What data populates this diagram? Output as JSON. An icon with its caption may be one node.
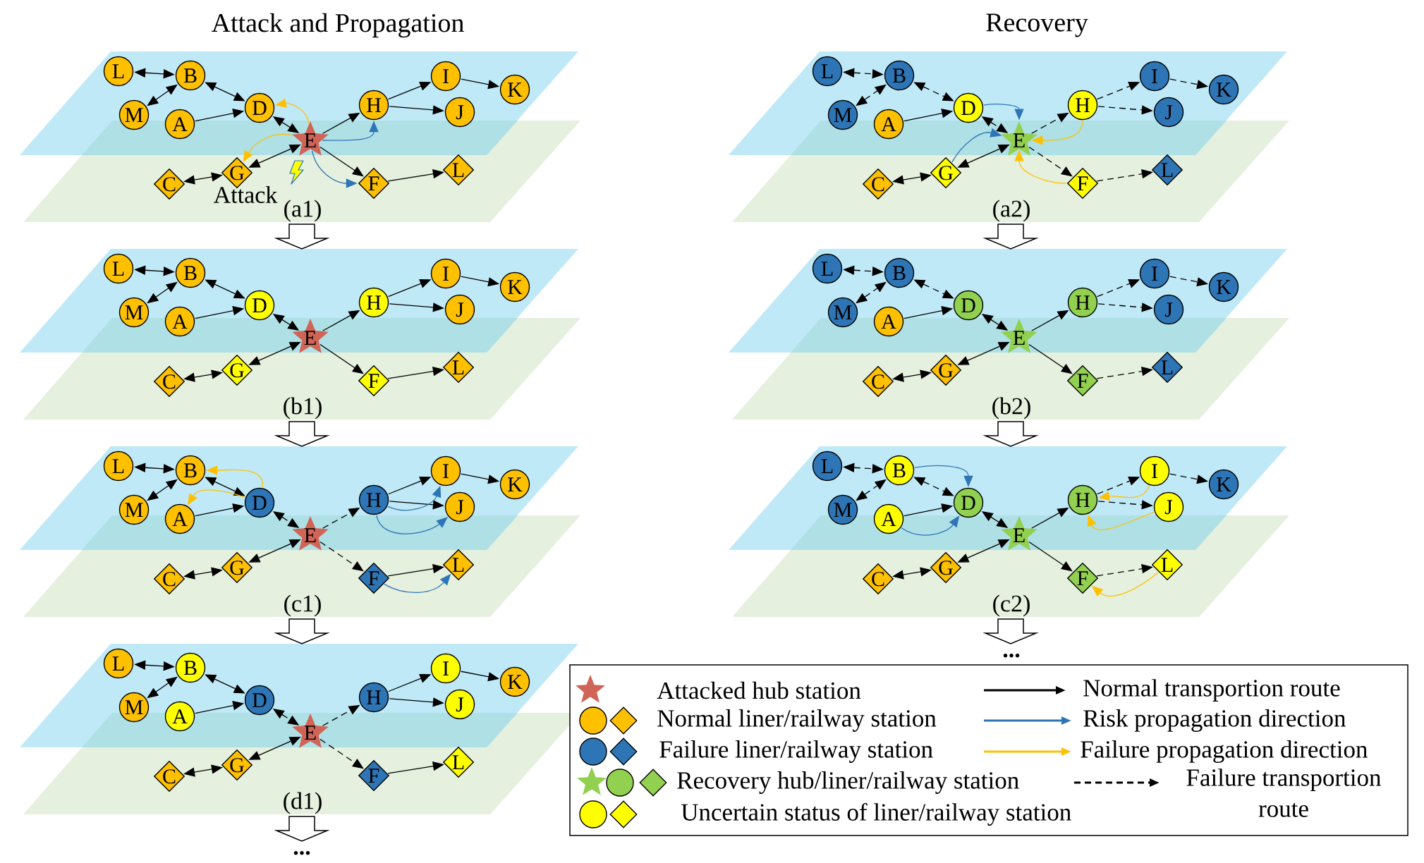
{
  "diagram": {
    "nodes": [
      {
        "text": [
          "L"
        ]
      },
      {
        "text": [
          "B"
        ]
      },
      {
        "text": [
          "M"
        ]
      },
      {
        "text": [
          "A"
        ]
      },
      {
        "text": [
          "D"
        ]
      },
      {
        "text": [
          "E"
        ]
      },
      {
        "text": [
          "H"
        ]
      },
      {
        "text": [
          "I"
        ]
      },
      {
        "text": [
          "J"
        ]
      },
      {
        "text": [
          "K"
        ]
      },
      {
        "text": [
          "C"
        ]
      },
      {
        "text": [
          "G"
        ]
      },
      {
        "text": [
          "F"
        ]
      },
      {
        "text": [
          "L"
        ]
      },
      {
        "text": [
          "L"
        ]
      },
      {
        "text": [
          "B"
        ]
      },
      {
        "text": [
          "M"
        ]
      },
      {
        "text": [
          "A"
        ]
      },
      {
        "text": [
          "D"
        ]
      },
      {
        "text": [
          "E"
        ]
      },
      {
        "text": [
          "H"
        ]
      },
      {
        "text": [
          "I"
        ]
      },
      {
        "text": [
          "J"
        ]
      },
      {
        "text": [
          "K"
        ]
      },
      {
        "text": [
          "C"
        ]
      },
      {
        "text": [
          "G"
        ]
      },
      {
        "text": [
          "F"
        ]
      },
      {
        "text": [
          "L"
        ]
      },
      {
        "text": [
          "L"
        ]
      },
      {
        "text": [
          "B"
        ]
      },
      {
        "text": [
          "M"
        ]
      },
      {
        "text": [
          "A"
        ]
      },
      {
        "text": [
          "D"
        ]
      },
      {
        "text": [
          "E"
        ]
      },
      {
        "text": [
          "H"
        ]
      },
      {
        "text": [
          "I"
        ]
      },
      {
        "text": [
          "J"
        ]
      },
      {
        "text": [
          "K"
        ]
      },
      {
        "text": [
          "C"
        ]
      },
      {
        "text": [
          "G"
        ]
      },
      {
        "text": [
          "F"
        ]
      },
      {
        "text": [
          "L"
        ]
      },
      {
        "text": [
          "L"
        ]
      },
      {
        "text": [
          "B"
        ]
      },
      {
        "text": [
          "M"
        ]
      },
      {
        "text": [
          "A"
        ]
      },
      {
        "text": [
          "D"
        ]
      },
      {
        "text": [
          "E"
        ]
      },
      {
        "text": [
          "H"
        ]
      },
      {
        "text": [
          "I"
        ]
      },
      {
        "text": [
          "J"
        ]
      },
      {
        "text": [
          "K"
        ]
      },
      {
        "text": [
          "C"
        ]
      },
      {
        "text": [
          "G"
        ]
      },
      {
        "text": [
          "F"
        ]
      },
      {
        "text": [
          "L"
        ]
      },
      {
        "text": [
          "L"
        ]
      },
      {
        "text": [
          "B"
        ]
      },
      {
        "text": [
          "M"
        ]
      },
      {
        "text": [
          "A"
        ]
      },
      {
        "text": [
          "D"
        ]
      },
      {
        "text": [
          "E"
        ]
      },
      {
        "text": [
          "H"
        ]
      },
      {
        "text": [
          "I"
        ]
      },
      {
        "text": [
          "J"
        ]
      },
      {
        "text": [
          "K"
        ]
      },
      {
        "text": [
          "C"
        ]
      },
      {
        "text": [
          "G"
        ]
      },
      {
        "text": [
          "F"
        ]
      },
      {
        "text": [
          "L"
        ]
      },
      {
        "text": [
          "L"
        ]
      },
      {
        "text": [
          "B"
        ]
      },
      {
        "text": [
          "M"
        ]
      },
      {
        "text": [
          "A"
        ]
      },
      {
        "text": [
          "D"
        ]
      },
      {
        "text": [
          "E"
        ]
      },
      {
        "text": [
          "H"
        ]
      },
      {
        "text": [
          "I"
        ]
      },
      {
        "text": [
          "J"
        ]
      },
      {
        "text": [
          "K"
        ]
      },
      {
        "text": [
          "C"
        ]
      },
      {
        "text": [
          "G"
        ]
      },
      {
        "text": [
          "F"
        ]
      },
      {
        "text": [
          "L"
        ]
      },
      {
        "text": [
          "L"
        ]
      },
      {
        "text": [
          "B"
        ]
      },
      {
        "text": [
          "M"
        ]
      },
      {
        "text": [
          "A"
        ]
      },
      {
        "text": [
          "D"
        ]
      },
      {
        "text": [
          "E"
        ]
      },
      {
        "text": [
          "H"
        ]
      },
      {
        "text": [
          "I"
        ]
      },
      {
        "text": [
          "J"
        ]
      },
      {
        "text": [
          "K"
        ]
      },
      {
        "text": [
          "C"
        ]
      },
      {
        "text": [
          "G"
        ]
      },
      {
        "text": [
          "F"
        ]
      },
      {
        "text": [
          "L"
        ]
      }
    ],
    "edges": [
      {
        "from": 0,
        "to": 1,
        "arrow": "both"
      },
      {
        "from": 2,
        "to": 1,
        "arrow": "both"
      },
      {
        "from": 1,
        "to": 4,
        "arrow": "both"
      },
      {
        "from": 3,
        "to": 4,
        "arrow": "to"
      },
      {
        "from": 4,
        "to": 5,
        "arrow": "both"
      },
      {
        "from": 5,
        "to": 6,
        "arrow": "to"
      },
      {
        "from": 6,
        "to": 7,
        "arrow": "to"
      },
      {
        "from": 7,
        "to": 9,
        "arrow": "to"
      },
      {
        "from": 6,
        "to": 8,
        "arrow": "to"
      },
      {
        "from": 11,
        "to": 5,
        "arrow": "both"
      },
      {
        "from": 10,
        "to": 11,
        "arrow": "both"
      },
      {
        "from": 5,
        "to": 12,
        "arrow": "to"
      },
      {
        "from": 12,
        "to": 13,
        "arrow": "to"
      },
      {
        "from": 5,
        "to": 4,
        "arrow": "to",
        "color": "#ffc000"
      },
      {
        "from": 5,
        "to": 11,
        "arrow": "to",
        "color": "#ffc000"
      },
      {
        "from": 5,
        "to": 6,
        "arrow": "to",
        "color": "#2e75b6"
      },
      {
        "from": 5,
        "to": 12,
        "arrow": "to",
        "color": "#2e75b6"
      },
      {
        "from": 14,
        "to": 15,
        "arrow": "both"
      },
      {
        "from": 16,
        "to": 15,
        "arrow": "both"
      },
      {
        "from": 15,
        "to": 18,
        "arrow": "both"
      },
      {
        "from": 17,
        "to": 18,
        "arrow": "to"
      },
      {
        "from": 18,
        "to": 19,
        "arrow": "both"
      },
      {
        "from": 19,
        "to": 20,
        "arrow": "to"
      },
      {
        "from": 20,
        "to": 21,
        "arrow": "to"
      },
      {
        "from": 21,
        "to": 23,
        "arrow": "to"
      },
      {
        "from": 20,
        "to": 22,
        "arrow": "to"
      },
      {
        "from": 25,
        "to": 19,
        "arrow": "both"
      },
      {
        "from": 24,
        "to": 25,
        "arrow": "both"
      },
      {
        "from": 19,
        "to": 26,
        "arrow": "to"
      },
      {
        "from": 26,
        "to": 27,
        "arrow": "to"
      },
      {
        "from": 28,
        "to": 29,
        "arrow": "both"
      },
      {
        "from": 30,
        "to": 29,
        "arrow": "both"
      },
      {
        "from": 29,
        "to": 32,
        "arrow": "both"
      },
      {
        "from": 31,
        "to": 32,
        "arrow": "to"
      },
      {
        "from": 32,
        "to": 33,
        "arrow": "both",
        "style": "dashed"
      },
      {
        "from": 33,
        "to": 34,
        "arrow": "to",
        "style": "dashed"
      },
      {
        "from": 34,
        "to": 35,
        "arrow": "to"
      },
      {
        "from": 35,
        "to": 37,
        "arrow": "to"
      },
      {
        "from": 34,
        "to": 36,
        "arrow": "to"
      },
      {
        "from": 39,
        "to": 33,
        "arrow": "both"
      },
      {
        "from": 38,
        "to": 39,
        "arrow": "both"
      },
      {
        "from": 33,
        "to": 40,
        "arrow": "to",
        "style": "dashed"
      },
      {
        "from": 40,
        "to": 41,
        "arrow": "to"
      },
      {
        "from": 32,
        "to": 29,
        "arrow": "to",
        "color": "#ffc000"
      },
      {
        "from": 32,
        "to": 31,
        "arrow": "to",
        "color": "#ffc000"
      },
      {
        "from": 34,
        "to": 35,
        "arrow": "to",
        "color": "#2e75b6"
      },
      {
        "from": 34,
        "to": 36,
        "arrow": "to",
        "color": "#2e75b6"
      },
      {
        "from": 40,
        "to": 41,
        "arrow": "to",
        "color": "#2e75b6"
      },
      {
        "from": 42,
        "to": 43,
        "arrow": "both"
      },
      {
        "from": 44,
        "to": 43,
        "arrow": "both"
      },
      {
        "from": 43,
        "to": 46,
        "arrow": "both"
      },
      {
        "from": 45,
        "to": 46,
        "arrow": "to"
      },
      {
        "from": 46,
        "to": 47,
        "arrow": "both",
        "style": "dashed"
      },
      {
        "from": 47,
        "to": 48,
        "arrow": "to",
        "style": "dashed"
      },
      {
        "from": 48,
        "to": 49,
        "arrow": "to"
      },
      {
        "from": 49,
        "to": 51,
        "arrow": "to"
      },
      {
        "from": 48,
        "to": 50,
        "arrow": "to"
      },
      {
        "from": 53,
        "to": 47,
        "arrow": "both"
      },
      {
        "from": 52,
        "to": 53,
        "arrow": "both"
      },
      {
        "from": 47,
        "to": 54,
        "arrow": "to",
        "style": "dashed"
      },
      {
        "from": 54,
        "to": 55,
        "arrow": "to"
      },
      {
        "from": 56,
        "to": 57,
        "arrow": "both",
        "style": "dashed"
      },
      {
        "from": 58,
        "to": 57,
        "arrow": "both",
        "style": "dashed"
      },
      {
        "from": 57,
        "to": 60,
        "arrow": "both",
        "style": "dashed"
      },
      {
        "from": 59,
        "to": 60,
        "arrow": "to"
      },
      {
        "from": 60,
        "to": 61,
        "arrow": "both",
        "style": "dashed"
      },
      {
        "from": 61,
        "to": 62,
        "arrow": "to",
        "style": "dashed"
      },
      {
        "from": 62,
        "to": 63,
        "arrow": "to",
        "style": "dashed"
      },
      {
        "from": 63,
        "to": 65,
        "arrow": "to",
        "style": "dashed"
      },
      {
        "from": 62,
        "to": 64,
        "arrow": "to",
        "style": "dashed"
      },
      {
        "from": 67,
        "to": 61,
        "arrow": "both"
      },
      {
        "from": 66,
        "to": 67,
        "arrow": "both"
      },
      {
        "from": 61,
        "to": 68,
        "arrow": "to",
        "style": "dashed"
      },
      {
        "from": 68,
        "to": 69,
        "arrow": "to",
        "style": "dashed"
      },
      {
        "from": 60,
        "to": 61,
        "arrow": "to",
        "color": "#2e75b6"
      },
      {
        "from": 67,
        "to": 61,
        "arrow": "to",
        "color": "#2e75b6"
      },
      {
        "from": 62,
        "to": 61,
        "arrow": "to",
        "color": "#ffc000"
      },
      {
        "from": 68,
        "to": 61,
        "arrow": "to",
        "color": "#ffc000"
      },
      {
        "from": 70,
        "to": 71,
        "arrow": "both",
        "style": "dashed"
      },
      {
        "from": 72,
        "to": 71,
        "arrow": "both",
        "style": "dashed"
      },
      {
        "from": 71,
        "to": 74,
        "arrow": "both",
        "style": "dashed"
      },
      {
        "from": 73,
        "to": 74,
        "arrow": "to"
      },
      {
        "from": 74,
        "to": 75,
        "arrow": "both"
      },
      {
        "from": 75,
        "to": 76,
        "arrow": "to"
      },
      {
        "from": 76,
        "to": 77,
        "arrow": "to",
        "style": "dashed"
      },
      {
        "from": 77,
        "to": 79,
        "arrow": "to",
        "style": "dashed"
      },
      {
        "from": 76,
        "to": 78,
        "arrow": "to",
        "style": "dashed"
      },
      {
        "from": 81,
        "to": 75,
        "arrow": "both"
      },
      {
        "from": 80,
        "to": 81,
        "arrow": "both"
      },
      {
        "from": 75,
        "to": 82,
        "arrow": "to"
      },
      {
        "from": 82,
        "to": 83,
        "arrow": "to",
        "style": "dashed"
      },
      {
        "from": 84,
        "to": 85,
        "arrow": "both",
        "style": "dashed"
      },
      {
        "from": 86,
        "to": 85,
        "arrow": "both",
        "style": "dashed"
      },
      {
        "from": 85,
        "to": 88,
        "arrow": "both",
        "style": "dashed"
      },
      {
        "from": 87,
        "to": 88,
        "arrow": "to"
      },
      {
        "from": 88,
        "to": 89,
        "arrow": "both"
      },
      {
        "from": 89,
        "to": 90,
        "arrow": "to"
      },
      {
        "from": 90,
        "to": 91,
        "arrow": "to",
        "style": "dashed"
      },
      {
        "from": 91,
        "to": 93,
        "arrow": "to",
        "style": "dashed"
      },
      {
        "from": 90,
        "to": 92,
        "arrow": "to",
        "style": "dashed"
      },
      {
        "from": 95,
        "to": 89,
        "arrow": "both"
      },
      {
        "from": 94,
        "to": 95,
        "arrow": "both"
      },
      {
        "from": 89,
        "to": 96,
        "arrow": "to"
      },
      {
        "from": 96,
        "to": 97,
        "arrow": "to",
        "style": "dashed"
      },
      {
        "from": 85,
        "to": 88,
        "arrow": "to",
        "color": "#2e75b6"
      },
      {
        "from": 87,
        "to": 88,
        "arrow": "to",
        "color": "#2e75b6"
      },
      {
        "from": 91,
        "to": 90,
        "arrow": "to",
        "color": "#ffc000"
      },
      {
        "from": 92,
        "to": 90,
        "arrow": "to",
        "color": "#ffc000"
      },
      {
        "from": 97,
        "to": 96,
        "arrow": "to",
        "color": "#ffc000"
      }
    ],
    "labels": [
      "Attack and Propagation",
      "Recovery",
      "Attack",
      "(a1)",
      "(b1)",
      "(c1)",
      "(d1)",
      "...",
      "(a2)",
      "(b2)",
      "(c2)",
      "..."
    ],
    "legend": [
      {
        "text": "Attacked hub station",
        "color": "#d06456"
      },
      {
        "text": "Normal liner/railway station",
        "color": "#ffc000"
      },
      {
        "text": "Failure liner/railway station",
        "color": "#2e75b6"
      },
      {
        "text": "Recovery hub/liner/railway station",
        "color": "#92d050"
      },
      {
        "text": "Uncertain status of liner/railway station",
        "color": "#ffff00"
      },
      {
        "text": "Normal transportion route"
      },
      {
        "text": "Risk propagation direction",
        "color": "#2e75b6"
      },
      {
        "text": "Failure propagation direction",
        "color": "#ffc000"
      },
      {
        "text": "Failure transportion route"
      }
    ]
  }
}
